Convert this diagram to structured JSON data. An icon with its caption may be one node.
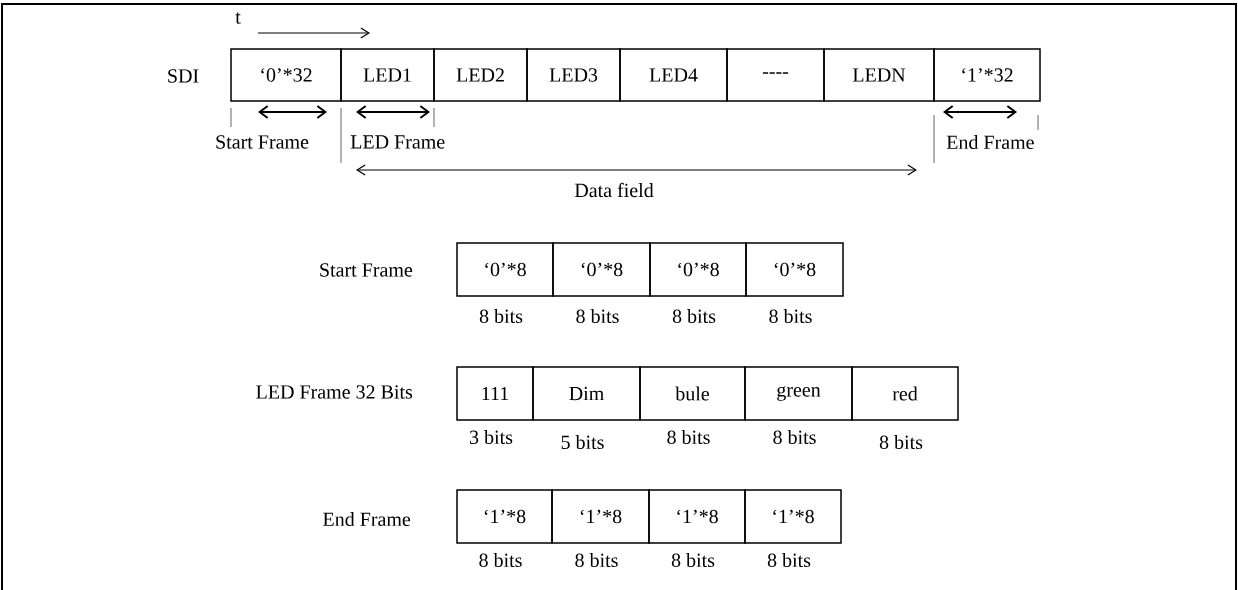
{
  "diagram": {
    "nodes": [
      {
        "text": [
          "‘0’*32"
        ]
      },
      {
        "text": [
          "LED1"
        ]
      },
      {
        "text": [
          "LED2"
        ]
      },
      {
        "text": [
          "LED3"
        ]
      },
      {
        "text": [
          "LED4"
        ]
      },
      {
        "text": [
          "----"
        ]
      },
      {
        "text": [
          "LEDN"
        ]
      },
      {
        "text": [
          "‘1’*32"
        ]
      },
      {
        "text": [
          "‘0’*8"
        ],
        "beside": [
          "8 bits"
        ]
      },
      {
        "text": [
          "‘0’*8"
        ],
        "beside": [
          "8 bits"
        ]
      },
      {
        "text": [
          "‘0’*8"
        ],
        "beside": [
          "8 bits"
        ]
      },
      {
        "text": [
          "‘0’*8"
        ],
        "beside": [
          "8 bits"
        ]
      },
      {
        "text": [
          "111"
        ],
        "beside": [
          "3 bits"
        ]
      },
      {
        "text": [
          "Dim"
        ],
        "beside": [
          "5 bits"
        ]
      },
      {
        "text": [
          "bule"
        ],
        "beside": [
          "8 bits"
        ]
      },
      {
        "text": [
          "green"
        ],
        "beside": [
          "8 bits"
        ]
      },
      {
        "text": [
          "red"
        ],
        "beside": [
          "8 bits"
        ]
      },
      {
        "text": [
          "‘1’*8"
        ],
        "beside": [
          "8 bits"
        ]
      },
      {
        "text": [
          "‘1’*8"
        ],
        "beside": [
          "8 bits"
        ]
      },
      {
        "text": [
          "‘1’*8"
        ],
        "beside": [
          "8 bits"
        ]
      },
      {
        "text": [
          "‘1’*8"
        ],
        "beside": [
          "8 bits"
        ]
      }
    ],
    "labels": [
      "t",
      "SDI",
      "Start Frame",
      "LED Frame",
      "End Frame",
      "Data field",
      "Start Frame",
      "LED Frame 32 Bits",
      "End Frame"
    ]
  }
}
